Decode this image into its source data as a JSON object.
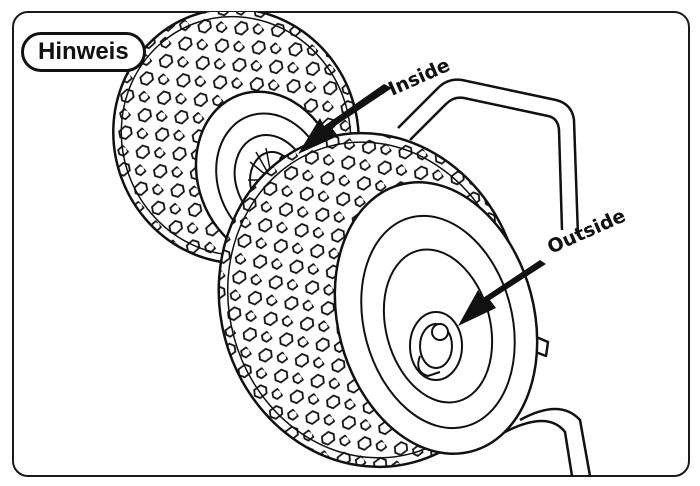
{
  "note": {
    "label": "Hinweis"
  },
  "labels": {
    "inside": "Inside",
    "outside": "Outside"
  },
  "colors": {
    "line": "#111111",
    "background": "#ffffff"
  }
}
